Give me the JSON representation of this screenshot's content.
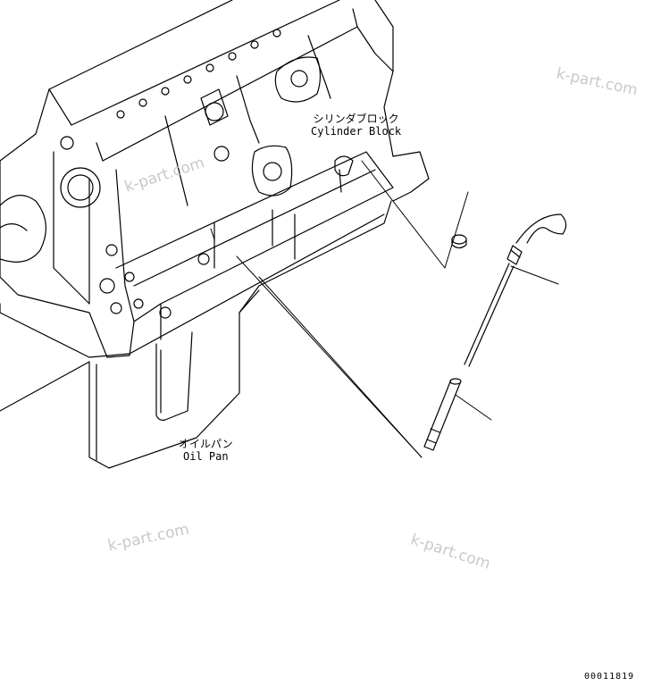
{
  "labels": {
    "cylinder_block": {
      "jp": "シリンダブロック",
      "en": "Cylinder Block"
    },
    "oil_pan": {
      "jp": "オイルパン",
      "en": "Oil Pan"
    }
  },
  "watermarks": [
    "k-part.com",
    "k-part.com",
    "k-part.com",
    "k-part.com"
  ],
  "drawing_number": "00011819",
  "colors": {
    "line": "#000000",
    "watermark": "#c9c9c9"
  }
}
